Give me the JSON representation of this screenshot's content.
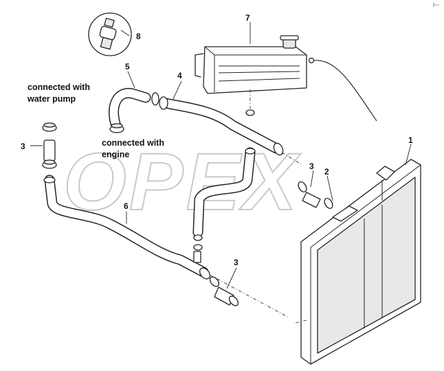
{
  "corner_mark": "r--",
  "watermark": "OPEX",
  "callouts": {
    "c1": "1",
    "c2": "2",
    "c3a": "3",
    "c3b": "3",
    "c3c": "3",
    "c4": "4",
    "c5": "5",
    "c6": "6",
    "c7": "7",
    "c8": "8"
  },
  "notes": {
    "water_pump_line1": "connected with",
    "water_pump_line2": "water pump",
    "engine_line1": "connected with",
    "engine_line2": "engine"
  }
}
